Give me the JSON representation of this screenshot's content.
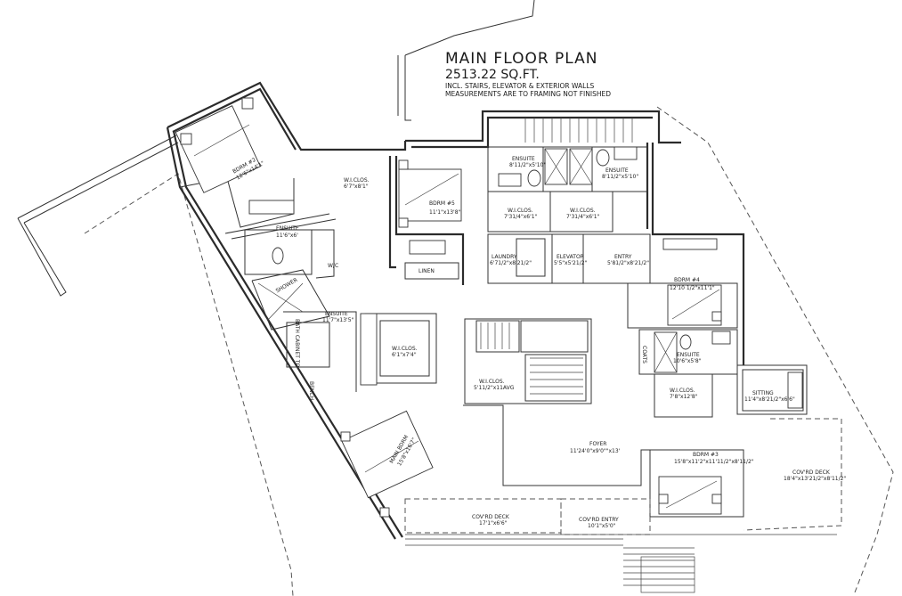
{
  "title": {
    "heading": "MAIN FLOOR PLAN",
    "area": "2513.22 SQ.FT.",
    "note1": "INCL. STAIRS, ELEVATOR & EXTERIOR WALLS",
    "note2": "MEASUREMENTS ARE TO FRAMING NOT FINISHED"
  },
  "rooms": {
    "bdrm2_name": "BDRM #2",
    "bdrm2_size": "12'6\"x14'1\"",
    "wiclos_a_name": "W.I.CLOS.",
    "wiclos_a_size": "6'7\"x8'1\"",
    "bdrm5_name": "BDRM #5",
    "bdrm5_size": "11'1\"x13'8\"",
    "ensuite_a_name": "ENSUITE",
    "ensuite_a_size": "8'11/2\"x5'10\"",
    "ensuite_b_name": "ENSUITE",
    "ensuite_b_size": "8'11/2\"x5'10\"",
    "wiclos_b_name": "W.I.CLOS.",
    "wiclos_b_size": "7'31/4\"x6'1\"",
    "wiclos_c_name": "W.I.CLOS.",
    "wiclos_c_size": "7'31/4\"x6'1\"",
    "ensuite_c_name": "ENSUITE",
    "ensuite_c_size": "11'6\"x6'",
    "linen": "LINEN",
    "laundry_name": "LAUNDRY",
    "laundry_size": "6'71/2\"x8'21/2\"",
    "elevator_name": "ELEVATOR",
    "elevator_size": "5'5\"x5'21/2\"",
    "entry_name": "ENTRY",
    "entry_size": "5'81/2\"x8'21/2\"",
    "wc": "W/C",
    "shower": "SHOWER",
    "bdrm4_name": "BDRM #4",
    "bdrm4_size": "12'10 1/2\"x11'1\"",
    "ensuite_d_name": "ENSUITE",
    "ensuite_d_size": "11'7\"x13'5\"",
    "wiclos_d_name": "W.I.CLOS.",
    "wiclos_d_size": "6'1\"x7'4\"",
    "bath_cabinet": "BATH CABINET TO",
    "wiclos_e_name": "W.I.CLOS.",
    "wiclos_e_size": "5'11/2\"x11AVG",
    "coats": "COATS",
    "ensuite_e_name": "ENSUITE",
    "ensuite_e_size": "10'6\"x5'8\"",
    "wiclos_f_name": "W.I.CLOS.",
    "wiclos_f_size": "7'8\"x12'8\"",
    "sitting_name": "SITTING",
    "sitting_size": "11'4\"x8'21/2\"x6'6\"",
    "bench": "BENCH",
    "main_bdrm_name": "MAIN BDRM",
    "main_bdrm_size": "15'8\"x16'7\"",
    "foyer_name": "FOYER",
    "foyer_size": "11'24'0\"x9'0\"\"x13'",
    "bdrm3_name": "BDRM #3",
    "bdrm3_size": "15'8\"x11'2\"x11'11/2\"x8'11/2\"",
    "deck_right_name": "COV'RD DECK",
    "deck_right_size": "18'4\"x13'21/2\"x8'11/2\"",
    "deck_left_name": "COV'RD DECK",
    "deck_left_size": "17'1\"x6'6\"",
    "cov_entry_name": "COV'RD ENTRY",
    "cov_entry_size": "10'1\"x5'0\""
  }
}
